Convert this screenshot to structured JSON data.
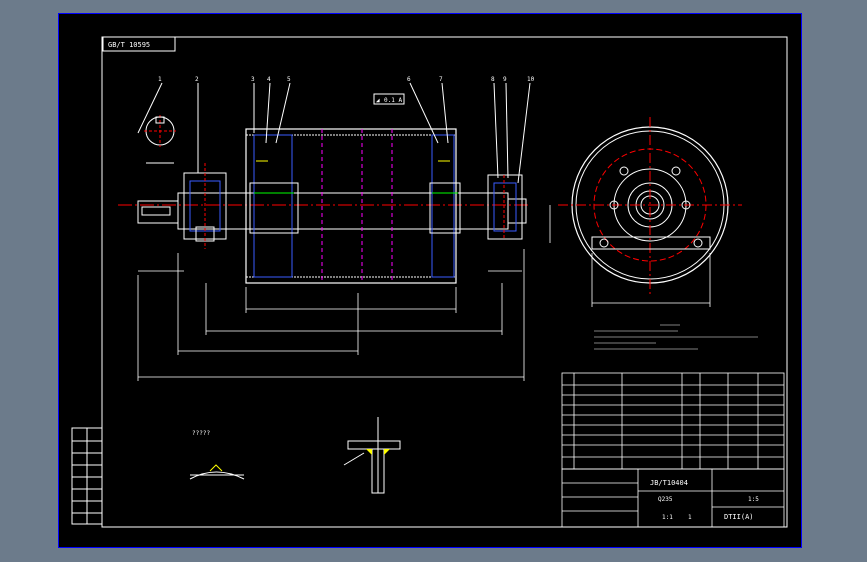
{
  "header_box": {
    "text": "GB/T 10595"
  },
  "balloons": [
    "1",
    "2",
    "3",
    "4",
    "5",
    "6",
    "7",
    "8",
    "9",
    "10"
  ],
  "tolerance_frame": {
    "symbol": "◢",
    "value": "0.1 A"
  },
  "detail_label": "?????",
  "title_block": {
    "standard": "JB/T10404",
    "drawing_no": "DTII(A)",
    "scale": "1:5",
    "material": "Q235",
    "sheet": "1:1",
    "qty": "1"
  },
  "colors": {
    "frame": "#0000ff",
    "outline": "#ffffff",
    "hidden": "#ff00ff",
    "center": "#ff0000",
    "dim": "#ffffff",
    "line_blue": "#3a5cff",
    "yellow": "#ffff00",
    "green": "#00ff00"
  }
}
